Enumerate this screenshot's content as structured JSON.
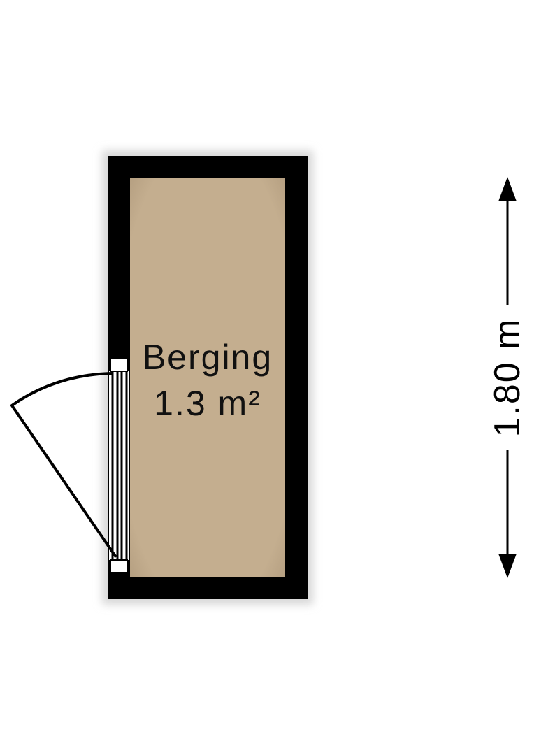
{
  "room": {
    "name": "Berging",
    "area": "1.3 m²"
  },
  "dimension": {
    "label": "1.80 m"
  },
  "colors": {
    "wall": "#000000",
    "floor": "#c4ae8f",
    "background": "#ffffff"
  }
}
